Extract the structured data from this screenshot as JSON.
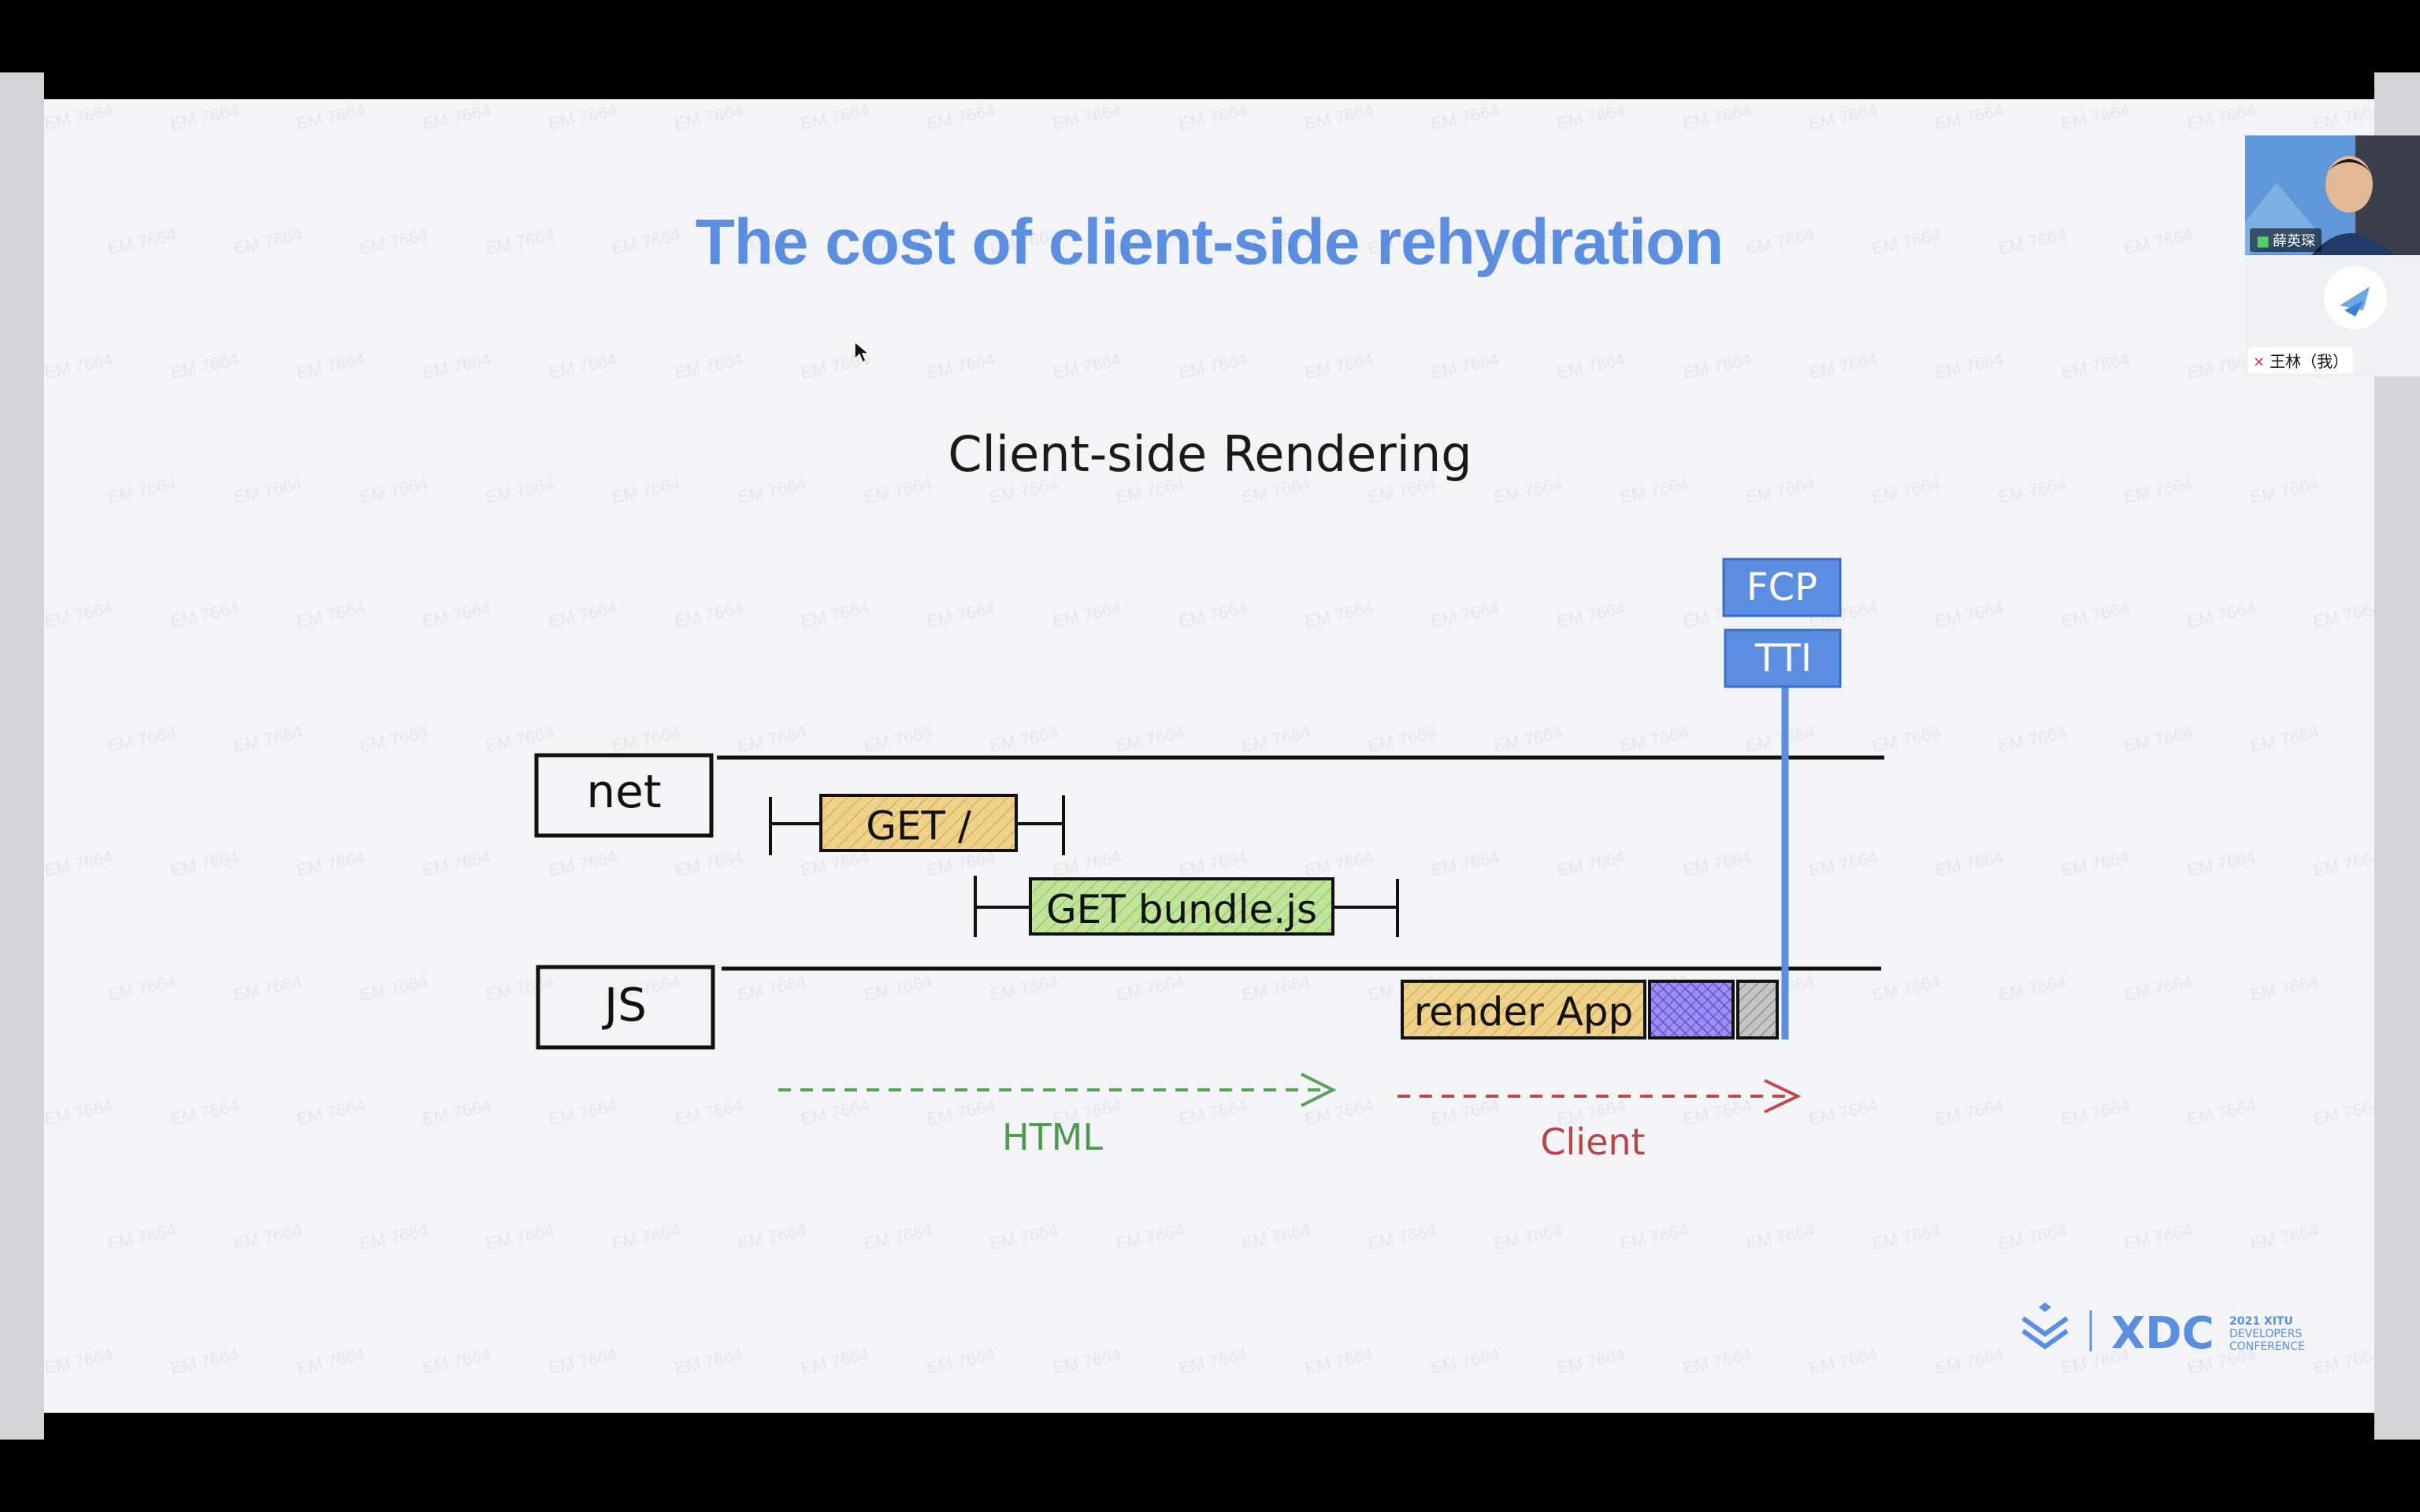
{
  "slide": {
    "title": "The cost of client-side rehydration",
    "watermark_text": "EM 7664"
  },
  "diagram": {
    "title": "Client-side Rendering",
    "row_labels": {
      "net": "net",
      "js": "JS"
    },
    "markers": {
      "fcp": "FCP",
      "tti": "TTI"
    },
    "bars": {
      "get_root": "GET /",
      "get_bundle": "GET bundle.js",
      "render_app": "render App"
    },
    "phases": {
      "html": "HTML",
      "client": "Client"
    },
    "colors": {
      "accent": "#5b8ee0",
      "get_root_fill": "#f0d18a",
      "get_bundle_fill": "#b8e08c",
      "render_fill": "#f0d18a",
      "hydrate_fill": "#8a7fe8",
      "tail_fill": "#b0b0b0",
      "html_arrow": "#5aa05a",
      "client_arrow": "#c04a4a"
    }
  },
  "video_call": {
    "presenter_name": "薛英琛",
    "self_name": "王林（我）"
  },
  "branding": {
    "logo": "XDC",
    "tagline_line1": "2021 XITU",
    "tagline_line2": "DEVELOPERS",
    "tagline_line3": "CONFERENCE"
  }
}
